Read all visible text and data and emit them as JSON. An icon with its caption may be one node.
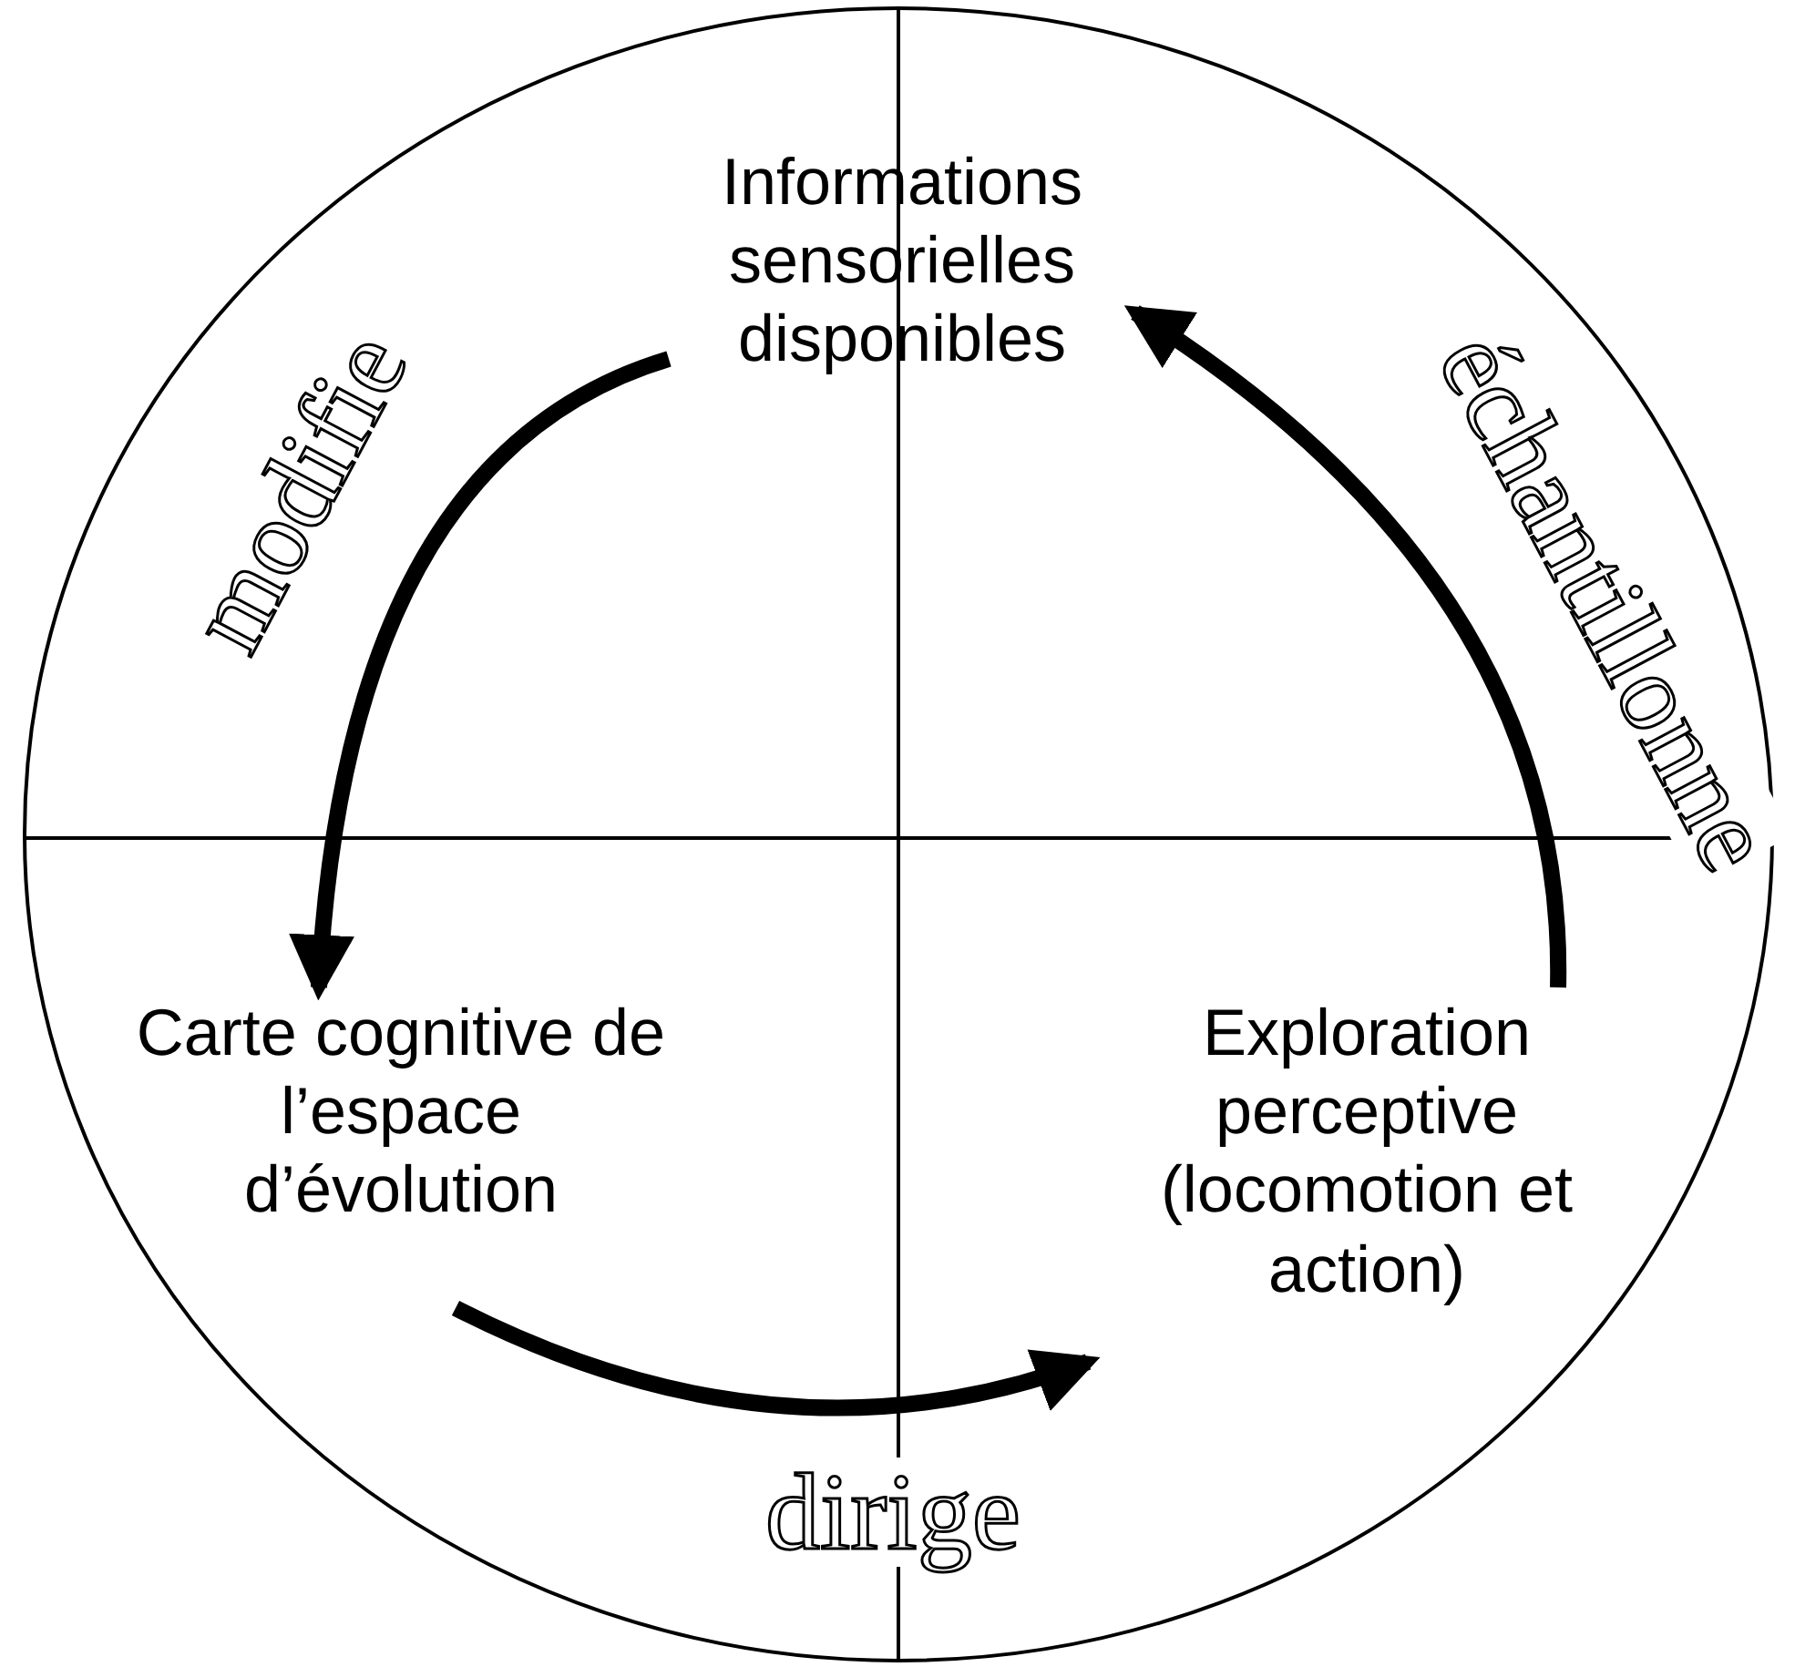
{
  "diagram": {
    "nodes": [
      {
        "text": [],
        "shape": "circle"
      },
      {
        "text": [
          "Informations sensorielles disponibles"
        ],
        "in": 0
      },
      {
        "text": [
          "Carte cognitive de l’espace d’évolution"
        ],
        "in": 0
      },
      {
        "text": [
          "Exploration perceptive (locomotion et action)"
        ],
        "in": 0
      }
    ],
    "edges": [
      {
        "from": 1,
        "to": 2,
        "arrow": "to",
        "label": "modifie"
      },
      {
        "from": 2,
        "to": 3,
        "arrow": "to",
        "label": "dirige"
      },
      {
        "from": 3,
        "to": 1,
        "arrow": "to",
        "label": "échantillonne"
      }
    ]
  }
}
